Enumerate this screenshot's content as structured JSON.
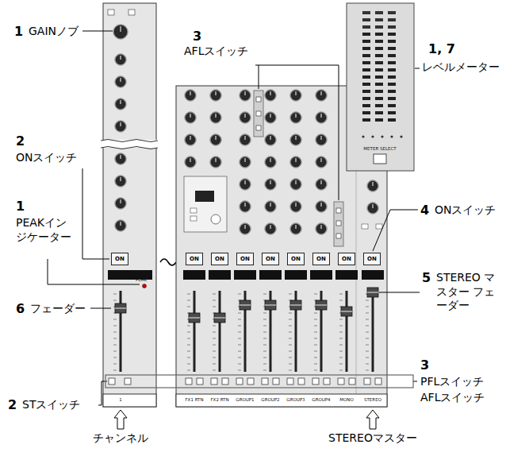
{
  "diagram": {
    "nodes": [
      {
        "text": [
          "ON"
        ]
      },
      {
        "text": [
          "ON"
        ]
      },
      {
        "text": [
          "ON"
        ]
      },
      {
        "text": [
          "ON"
        ]
      },
      {
        "text": [
          "ON"
        ]
      },
      {
        "text": [
          "ON"
        ]
      },
      {
        "text": [
          "ON"
        ]
      },
      {
        "text": [
          "ON"
        ]
      },
      {
        "text": [
          "ON"
        ]
      }
    ],
    "labels": [
      "1",
      "GAINノブ",
      "2",
      "ONスイッチ",
      "1",
      "PEAKインジケーター",
      "6",
      "フェーダー",
      "2",
      "STスイッチ",
      "チャンネル",
      "3",
      "AFLスイッチ",
      "1, 7",
      "レベルメーター",
      "4",
      "ONスイッチ",
      "5",
      "STEREO マスター フェーダー",
      "3",
      "PFLスイッチ",
      "AFLスイッチ",
      "STEREOマスター",
      "PEAK",
      "FX1 RTN",
      "FX2 RTN",
      "GROUP1",
      "GROUP2",
      "GROUP3",
      "GROUP4",
      "MONO",
      "STEREO",
      "METER SELECT",
      "1"
    ]
  }
}
